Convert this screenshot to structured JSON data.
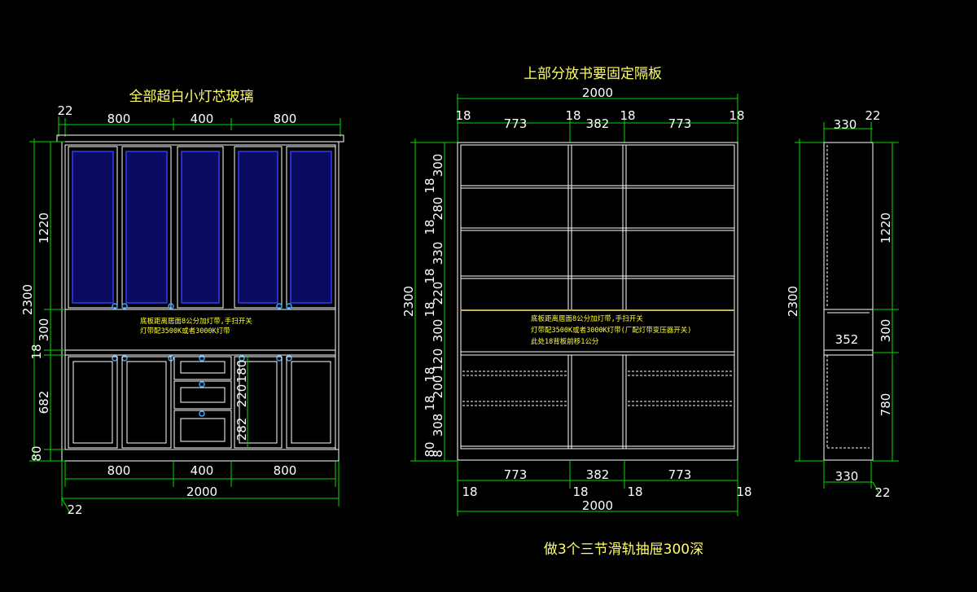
{
  "front_view": {
    "title": "全部超白小灯芯玻璃",
    "top_dims": {
      "d22": "22",
      "d800a": "800",
      "d400": "400",
      "d800b": "800"
    },
    "bottom_dims": {
      "d800a": "800",
      "d400": "400",
      "d800b": "800",
      "total": "2000",
      "d22": "22"
    },
    "left_dims": {
      "total": "2300",
      "upper": "1220",
      "niche": "300",
      "shelf": "18",
      "lower": "682",
      "base": "80"
    },
    "inner_dims": {
      "d180": "180",
      "d220": "220",
      "d282": "282"
    },
    "note_line1": "底板距离居面8公分加灯带,手扫开关",
    "note_line2": "灯带配3500K或者3000K灯带"
  },
  "middle_view": {
    "title": "上部分放书要固定隔板",
    "top_dims": {
      "total": "2000",
      "s1": "18",
      "w1": "773",
      "s2": "18",
      "w2": "382",
      "s3": "18",
      "w3": "773",
      "s4": "18"
    },
    "bottom_dims": {
      "w1": "773",
      "w2": "382",
      "w3": "773",
      "s1": "18",
      "s2": "18",
      "s3": "18",
      "s4": "18",
      "total": "2000"
    },
    "left_dims": {
      "total": "2300",
      "h1": "300",
      "t1": "18",
      "h2": "280",
      "t2": "18",
      "h3": "330",
      "t3": "18",
      "h4": "220",
      "t4": "18",
      "h5": "300",
      "h6": "120",
      "t5": "18",
      "h7": "200",
      "t6": "18",
      "h8": "308",
      "h9": "80",
      "h10": "8"
    },
    "note_line1": "底板距离居面8公分加灯带,手扫开关",
    "note_line2": "灯带配3500K或者3000K灯带(厂配灯带变压器开关)",
    "note_line3": "此处18背板前移1公分"
  },
  "side_view": {
    "top_dims": {
      "depth": "330",
      "d22": "22"
    },
    "right_dims": {
      "upper": "1220",
      "mid": "300",
      "lower": "780"
    },
    "left_dims": {
      "total": "2300"
    },
    "inner_dim": "352",
    "bottom_dims": {
      "depth": "330",
      "d22": "22"
    }
  },
  "footer_note": "做3个三节滑轨抽屉300深"
}
